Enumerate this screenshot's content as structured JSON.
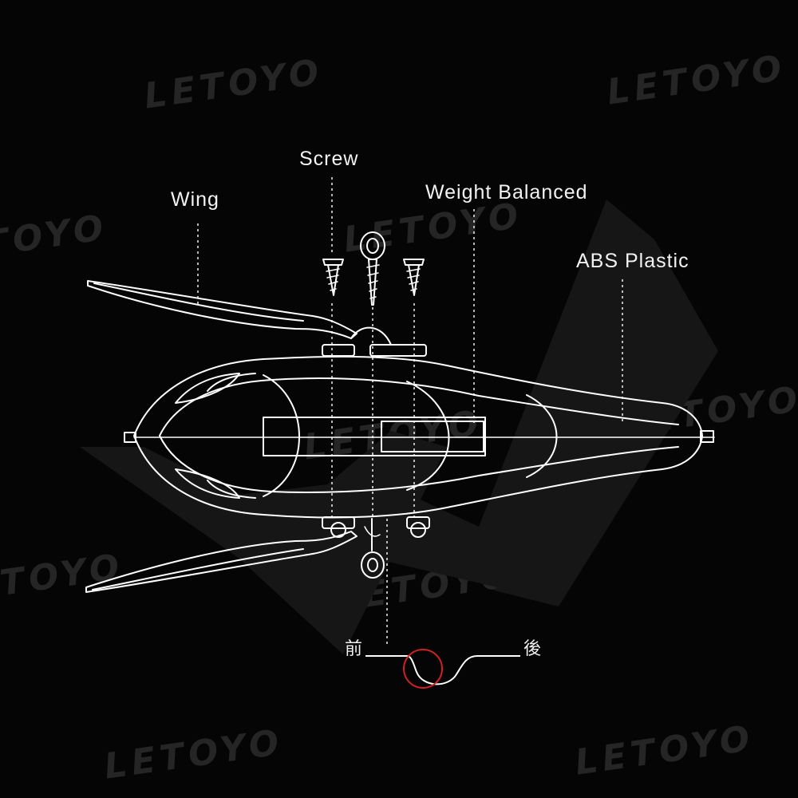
{
  "labels": {
    "wing": "Wing",
    "screw": "Screw",
    "weight": "Weight Balanced",
    "abs": "ABS Plastic"
  },
  "direction": {
    "front": "前",
    "back": "後"
  },
  "watermark": {
    "brand": "LETOYO"
  },
  "colors": {
    "background": "#050505",
    "line": "#ffffff",
    "highlight": "#d42020"
  }
}
